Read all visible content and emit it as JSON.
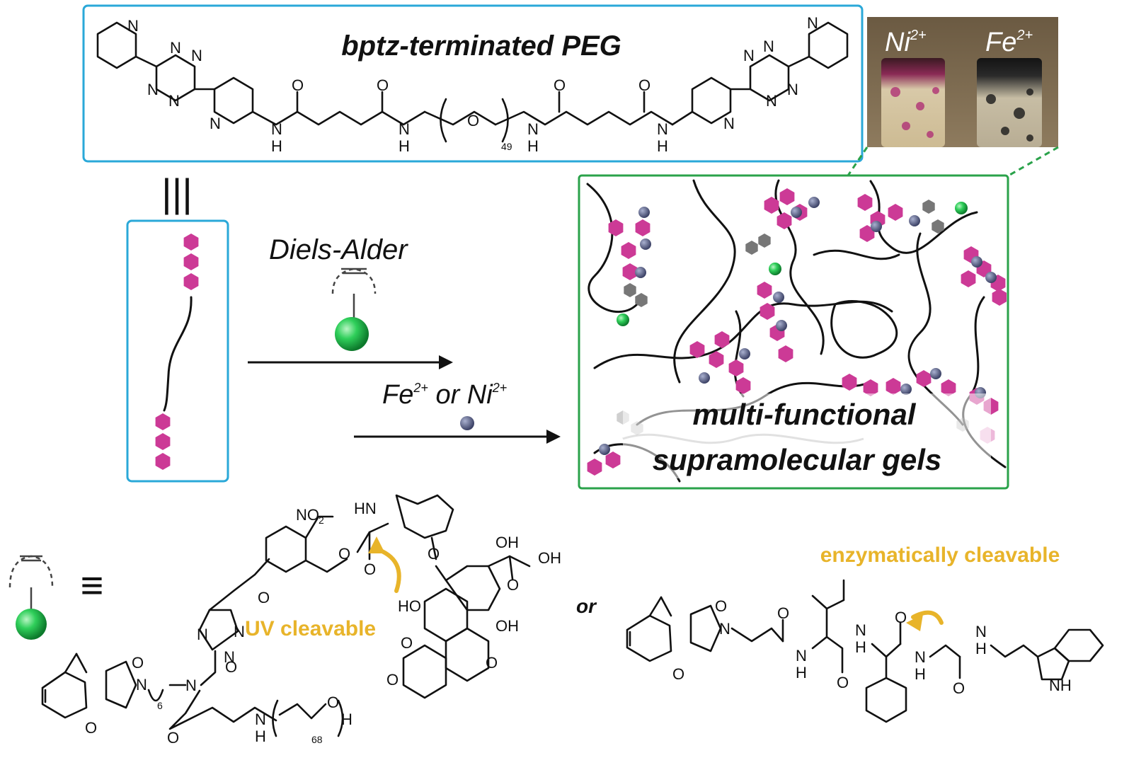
{
  "top_panel": {
    "title": "bptz-terminated PEG",
    "atoms": {
      "N": "N",
      "O": "O",
      "H": "H",
      "NH": "NH",
      "repeat_49": "49"
    }
  },
  "photo": {
    "label_ni": "Ni",
    "label_ni_charge": "2+",
    "label_fe": "Fe",
    "label_fe_charge": "2+"
  },
  "equivalence_symbol": "|||",
  "reaction": {
    "step1_label": "Diels-Alder",
    "step2_label_fe": "Fe",
    "step2_label_fe_charge": "2+",
    "step2_label_or": " or ",
    "step2_label_ni": "Ni",
    "step2_label_ni_charge": "2+"
  },
  "gel_panel": {
    "line1": "multi-functional",
    "line2": "supramolecular gels"
  },
  "bottom": {
    "equiv_symbol": "≡",
    "uv_label": "UV cleavable",
    "or_label": "or",
    "enzyme_label": "enzymatically cleavable",
    "atoms": {
      "NO2": "NO",
      "NO2_sub": "2",
      "HN": "HN",
      "OH": "OH",
      "HO": "HO",
      "O": "O",
      "N": "N",
      "NH": "NH",
      "H": "H",
      "sub_6": "6",
      "sub_68": "68"
    }
  },
  "colors": {
    "cyan_frame": "#2aa8d8",
    "green_frame": "#2aa24a",
    "magenta_hex": "#cc3a96",
    "metal_ball": "#59607e",
    "green_ball": "#21b64a",
    "gray_hex": "#7a7a7a",
    "yellow_label": "#e8b42a"
  }
}
